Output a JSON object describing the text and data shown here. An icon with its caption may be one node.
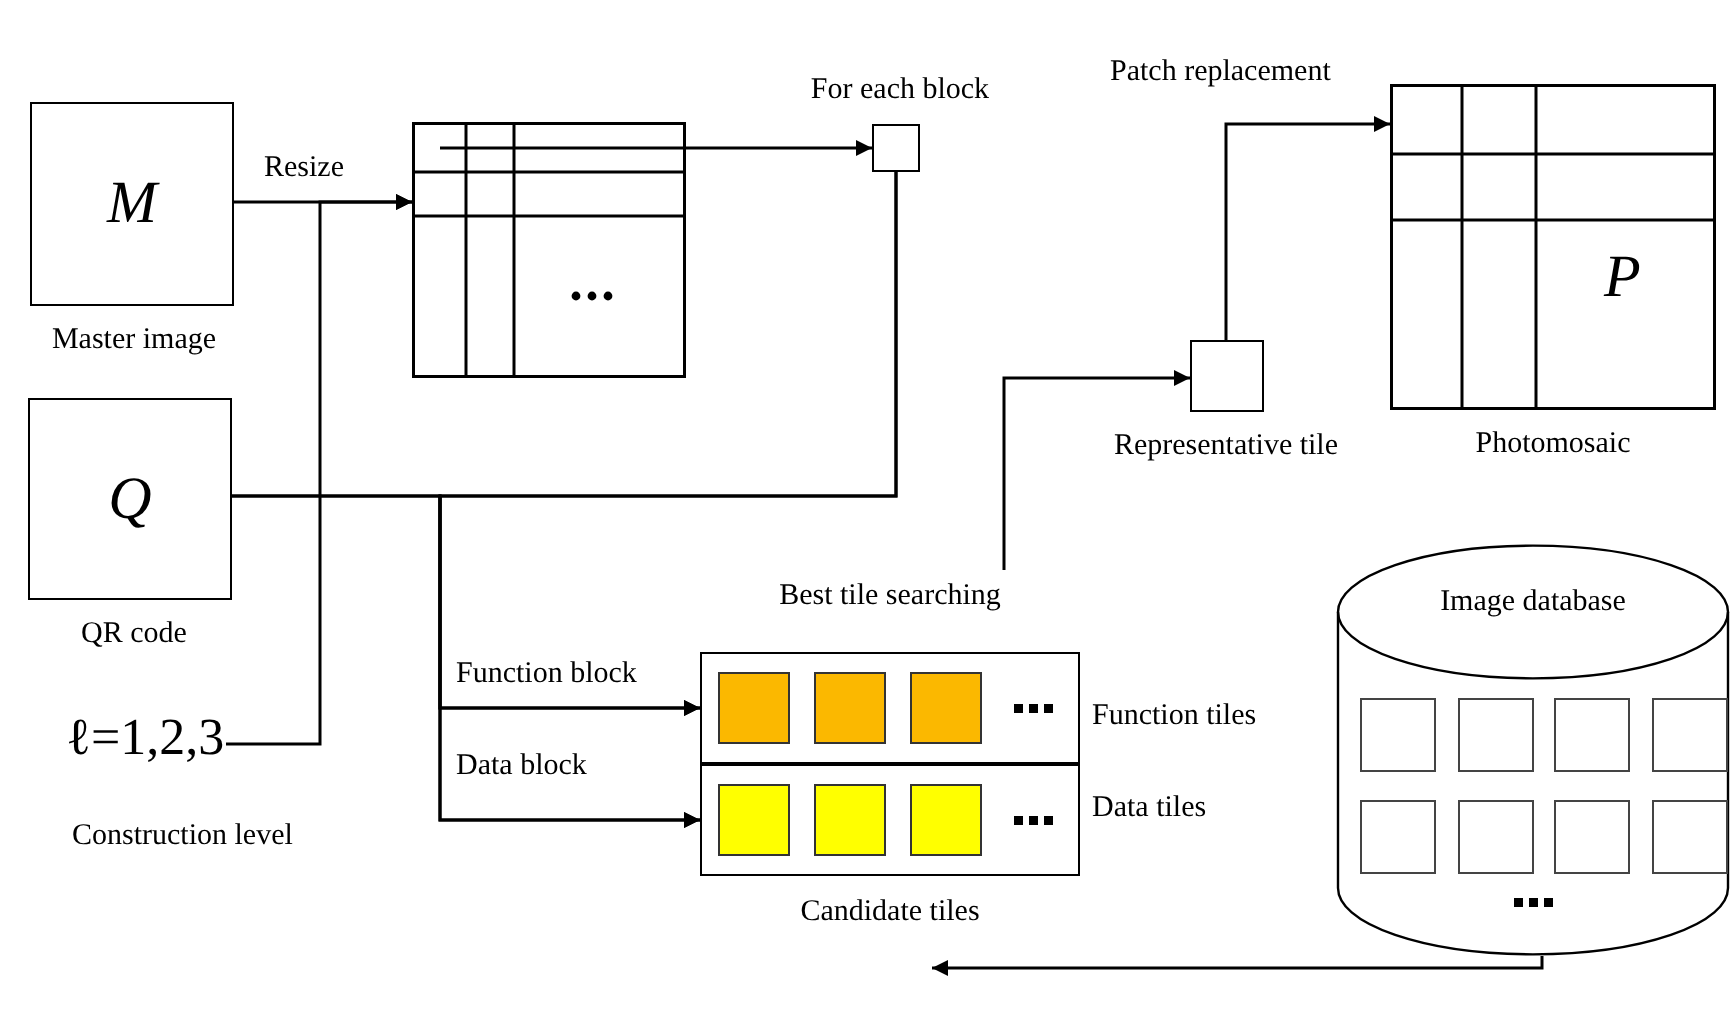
{
  "diagram": {
    "nodes": [
      {
        "text": [
          "M",
          "Master image"
        ]
      },
      {
        "text": [
          "Q",
          "QR code"
        ]
      },
      {
        "text": [],
        "shape": "box"
      },
      {
        "text": [
          "For each block"
        ]
      },
      {
        "text": [
          "Representative tile"
        ]
      },
      {
        "text": [
          "P",
          "Photomosaic"
        ]
      },
      {
        "text": [
          "ℓ=1,2,3"
        ],
        "beside": [
          "Construction level"
        ]
      },
      {
        "text": [
          "Best tile searching",
          "Candidate tiles"
        ]
      },
      {
        "text": [
          "Function tiles"
        ],
        "in": 7
      },
      {
        "text": [
          "Data tiles"
        ],
        "in": 7
      },
      {
        "text": [
          "Image database"
        ]
      }
    ],
    "edges": [
      {
        "from": 0,
        "to": 2,
        "arrow": "to",
        "label": "Resize"
      },
      {
        "from": 6,
        "to": 2,
        "arrow": "to"
      },
      {
        "from": 2,
        "to": 3,
        "arrow": "to"
      },
      {
        "from": 1,
        "to": 8,
        "arrow": "to",
        "label": "Function block"
      },
      {
        "from": 1,
        "to": 9,
        "arrow": "to",
        "label": "Data block"
      },
      {
        "from": 3,
        "to": 8,
        "arrow": "to"
      },
      {
        "from": 3,
        "to": 9,
        "arrow": "to"
      },
      {
        "from": 7,
        "to": 4,
        "arrow": "to"
      },
      {
        "from": 4,
        "to": 5,
        "arrow": "to",
        "label": "Patch replacement"
      },
      {
        "from": 10,
        "to": 7,
        "arrow": "to"
      }
    ]
  }
}
